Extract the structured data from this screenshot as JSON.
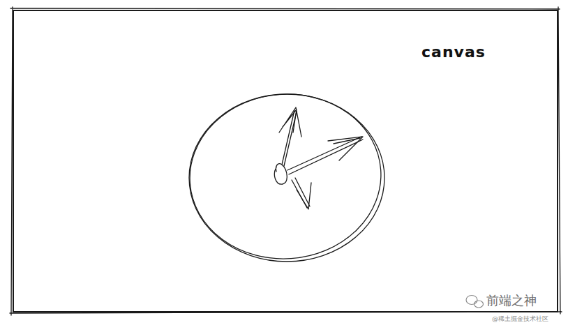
{
  "diagram": {
    "nodes": [
      {
        "text": [
          "canvas"
        ]
      }
    ],
    "labels": [
      "前端之神",
      "@稀土掘金技术社区"
    ]
  }
}
